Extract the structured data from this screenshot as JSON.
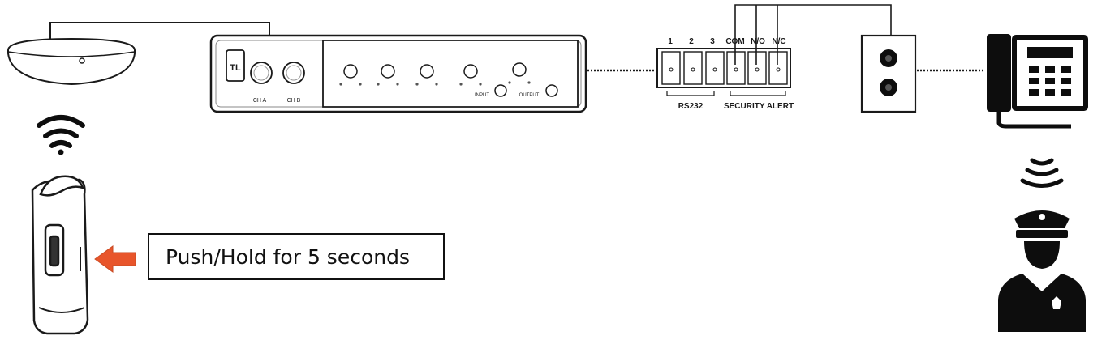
{
  "device": {
    "channel_a_label": "CH A",
    "channel_b_label": "CH B",
    "input_label": "INPUT",
    "output_label": "OUTPUT",
    "logo_text": "TL"
  },
  "terminal": {
    "pin_labels": [
      "1",
      "2",
      "3",
      "COM",
      "N/O",
      "N/C"
    ],
    "group_rs232_label": "RS232",
    "group_security_label": "SECURITY ALERT"
  },
  "callout": {
    "text": "Push/Hold for 5 seconds"
  },
  "icons": {
    "receiver": "ceiling-receiver-icon",
    "wireless_signal": "wireless-signal-icon",
    "remote": "panic-remote-icon",
    "push_arrow": "push-arrow-icon",
    "wall_box": "wall-jack-box-icon",
    "phone": "desk-phone-icon",
    "sound_waves": "sound-waves-icon",
    "police": "police-officer-icon"
  },
  "colors": {
    "line": "#1a1a1a",
    "arrow": "#e8552b",
    "fill_dark": "#0d0d0d"
  }
}
